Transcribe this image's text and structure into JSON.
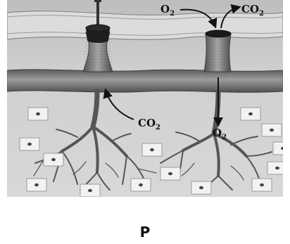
{
  "labels": {
    "o2_top": {
      "main": "O",
      "sub": "2"
    },
    "co2_top": {
      "main": "CO",
      "sub": "2"
    },
    "co2_mid": {
      "main": "CO",
      "sub": "2"
    },
    "o2_mid": {
      "main": "O",
      "sub": "2"
    }
  },
  "caption": "P",
  "colors": {
    "background": "#c9c9c9",
    "skin_band": "#d6d6d6",
    "tube_fill": "#8a8a8a",
    "tube_edge": "#4a4a4a",
    "cell_box": "#f2f2f2",
    "cell_dot": "#444444",
    "arrow": "#111111"
  },
  "icons": [
    "body-cell-icon"
  ]
}
